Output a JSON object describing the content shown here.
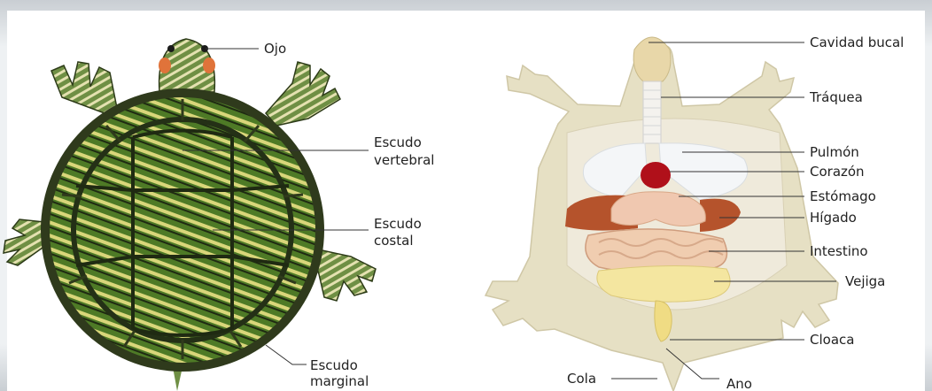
{
  "labels": {
    "ojo": "Ojo",
    "escudo_vertebral": [
      "Escudo",
      "vertebral"
    ],
    "escudo_costal": [
      "Escudo",
      "costal"
    ],
    "escudo_marginal": [
      "Escudo",
      "marginal"
    ],
    "cavidad_bucal": "Cavidad bucal",
    "traquea": "Tráquea",
    "pulmon": "Pulmón",
    "corazon": "Corazón",
    "estomago": "Estómago",
    "higado": "Hígado",
    "intestino": "Intestino",
    "vejiga": "Vejiga",
    "cloaca": "Cloaca",
    "cola": "Cola",
    "ano": "Ano"
  },
  "colors": {
    "shell_dark": "#2f3a1c",
    "shell_green": "#5f8a2e",
    "shell_yellow": "#d9d67a",
    "skin_light": "#e6e0c4",
    "lung": "#f2f4f6",
    "heart": "#b0101a",
    "liver": "#b5532c",
    "intestine": "#f0cdb0",
    "bladder": "#f4e6a0"
  }
}
